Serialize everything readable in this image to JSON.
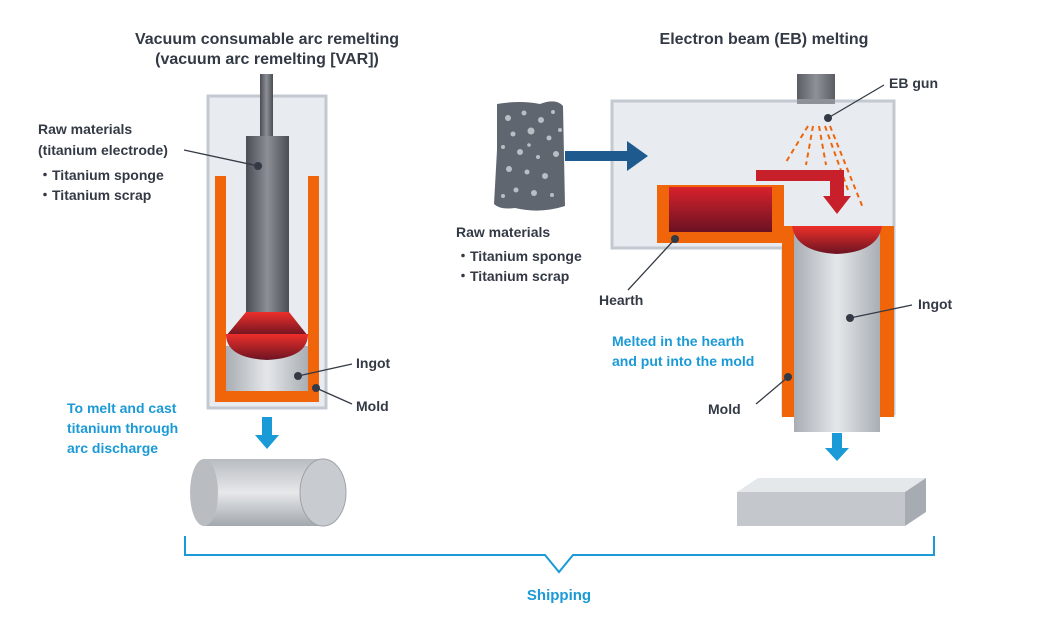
{
  "var_section": {
    "title_line1": "Vacuum consumable arc remelting",
    "title_line2": "(vacuum arc remelting [VAR])",
    "raw_materials_label": "Raw materials",
    "raw_materials_sub": "(titanium electrode)",
    "raw_items": [
      "・Titanium sponge",
      "・Titanium scrap"
    ],
    "ingot_label": "Ingot",
    "mold_label": "Mold",
    "note_lines": [
      "To melt and cast",
      "titanium through",
      "arc discharge"
    ]
  },
  "eb_section": {
    "title": "Electron beam (EB) melting",
    "gun_label": "EB gun",
    "raw_materials_label": "Raw materials",
    "raw_items": [
      "・Titanium sponge",
      "・Titanium scrap"
    ],
    "hearth_label": "Hearth",
    "ingot_label": "Ingot",
    "mold_label": "Mold",
    "note_lines": [
      "Melted in the hearth",
      "and put into the mold"
    ]
  },
  "shipping_label": "Shipping",
  "colors": {
    "text_dark": "#333a45",
    "accent_blue": "#1a9ad6",
    "arrow_navy": "#1f5a8e",
    "mold_orange": "#f0640a",
    "melt_red": "#c8202a",
    "chamber_fill": "#e8ecf1",
    "chamber_stroke": "#c3c9d0"
  }
}
